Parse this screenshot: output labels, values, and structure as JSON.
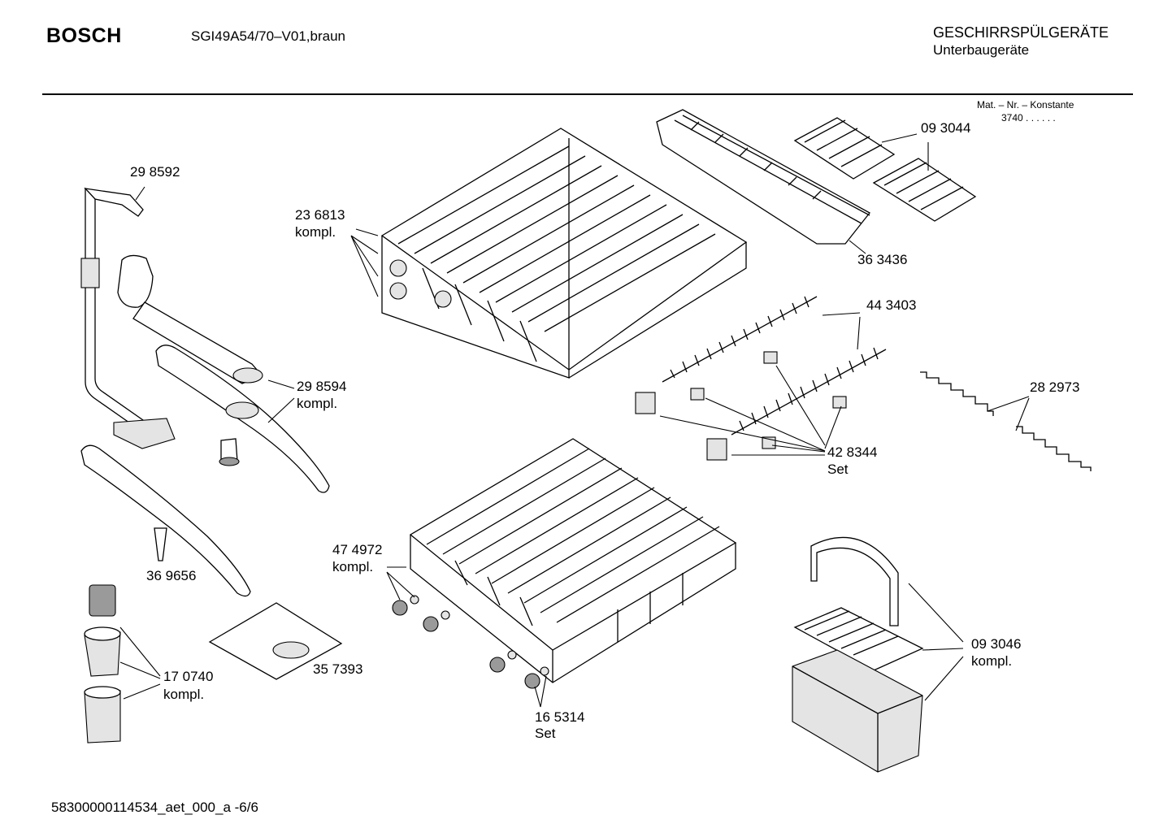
{
  "header": {
    "brand": "BOSCH",
    "model": "SGI49A54/70–V01,braun",
    "category": "GESCHIRRSPÜLGERÄTE",
    "subcategory": "Unterbaugeräte"
  },
  "mat_constant": {
    "label": "Mat. – Nr. – Konstante",
    "value": "3740  .  .   .  .  .  ."
  },
  "parts": [
    {
      "id": "p298592",
      "number": "29 8592",
      "suffix": ""
    },
    {
      "id": "p236813",
      "number": "23 6813",
      "suffix": "kompl."
    },
    {
      "id": "p093044",
      "number": "09 3044",
      "suffix": ""
    },
    {
      "id": "p363436",
      "number": "36 3436",
      "suffix": ""
    },
    {
      "id": "p443403",
      "number": "44 3403",
      "suffix": ""
    },
    {
      "id": "p298594",
      "number": "29 8594",
      "suffix": "kompl."
    },
    {
      "id": "p282973",
      "number": "28 2973",
      "suffix": ""
    },
    {
      "id": "p428344",
      "number": "42 8344",
      "suffix": "Set"
    },
    {
      "id": "p369656",
      "number": "36 9656",
      "suffix": ""
    },
    {
      "id": "p474972",
      "number": "47 4972",
      "suffix": "kompl."
    },
    {
      "id": "p093046",
      "number": "09 3046",
      "suffix": "kompl."
    },
    {
      "id": "p357393",
      "number": "35 7393",
      "suffix": ""
    },
    {
      "id": "p170740",
      "number": "17 0740",
      "suffix": "kompl."
    },
    {
      "id": "p165314",
      "number": "16 5314",
      "suffix": "Set"
    }
  ],
  "footer": {
    "doc_id": "58300000114534_aet_000_a  -6/6"
  }
}
